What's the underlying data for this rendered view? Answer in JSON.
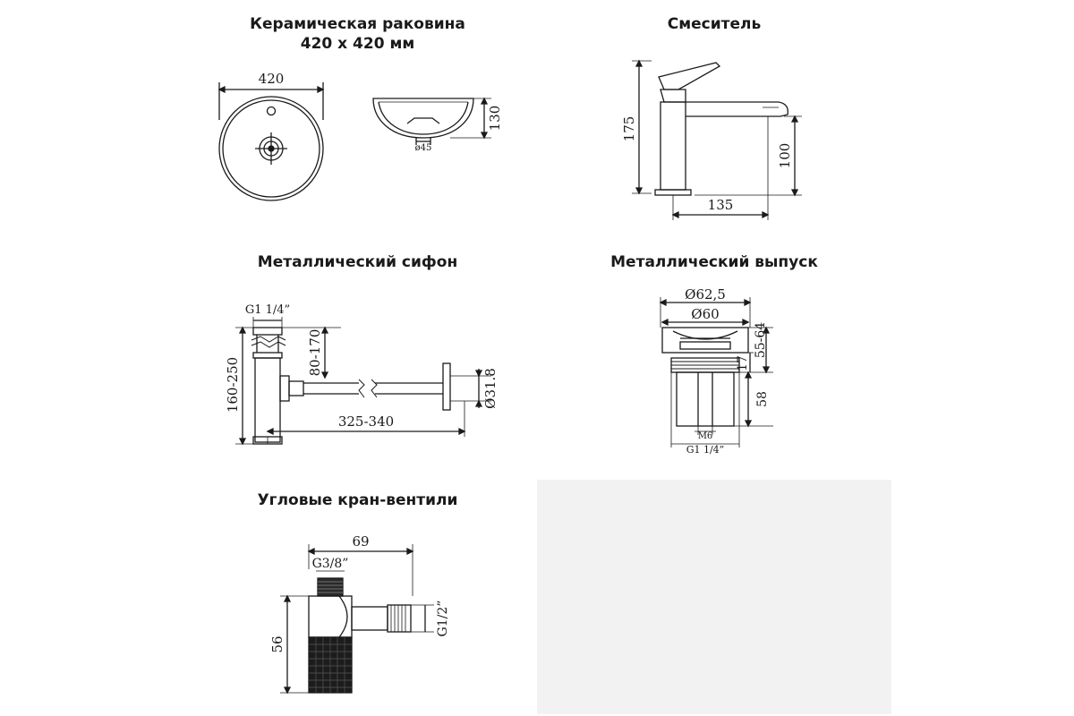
{
  "panels": {
    "sink": {
      "title_line1": "Керамическая раковина",
      "title_line2": "420 x 420 мм",
      "dim_width": "420",
      "dim_height": "130",
      "dim_drain": "ø45"
    },
    "mixer": {
      "title": "Смеситель",
      "dim_height": "175",
      "dim_spout_height": "100",
      "dim_reach": "135"
    },
    "siphon": {
      "title": "Металлический сифон",
      "dim_thread": "G1 1/4”",
      "dim_height": "160-250",
      "dim_inlet": "80-170",
      "dim_length": "325-340",
      "dim_pipe": "Ø31.8"
    },
    "outlet": {
      "title": "Металлический выпуск",
      "dim_outer": "Ø62,5",
      "dim_inner": "Ø60",
      "dim_range": "55-64",
      "dim_flange": "17",
      "dim_body": "58",
      "dim_bolt": "M6",
      "dim_thread": "G1 1/4”"
    },
    "valve": {
      "title": "Угловые кран-вентили",
      "dim_width": "69",
      "dim_top_thread": "G3/8”",
      "dim_height": "56",
      "dim_side_thread": "G1/2”"
    }
  },
  "colors": {
    "line": "#1a1a1a",
    "panel_bg": "#ffffff",
    "empty_bg": "#f2f2f2",
    "separator": "#ececec"
  }
}
